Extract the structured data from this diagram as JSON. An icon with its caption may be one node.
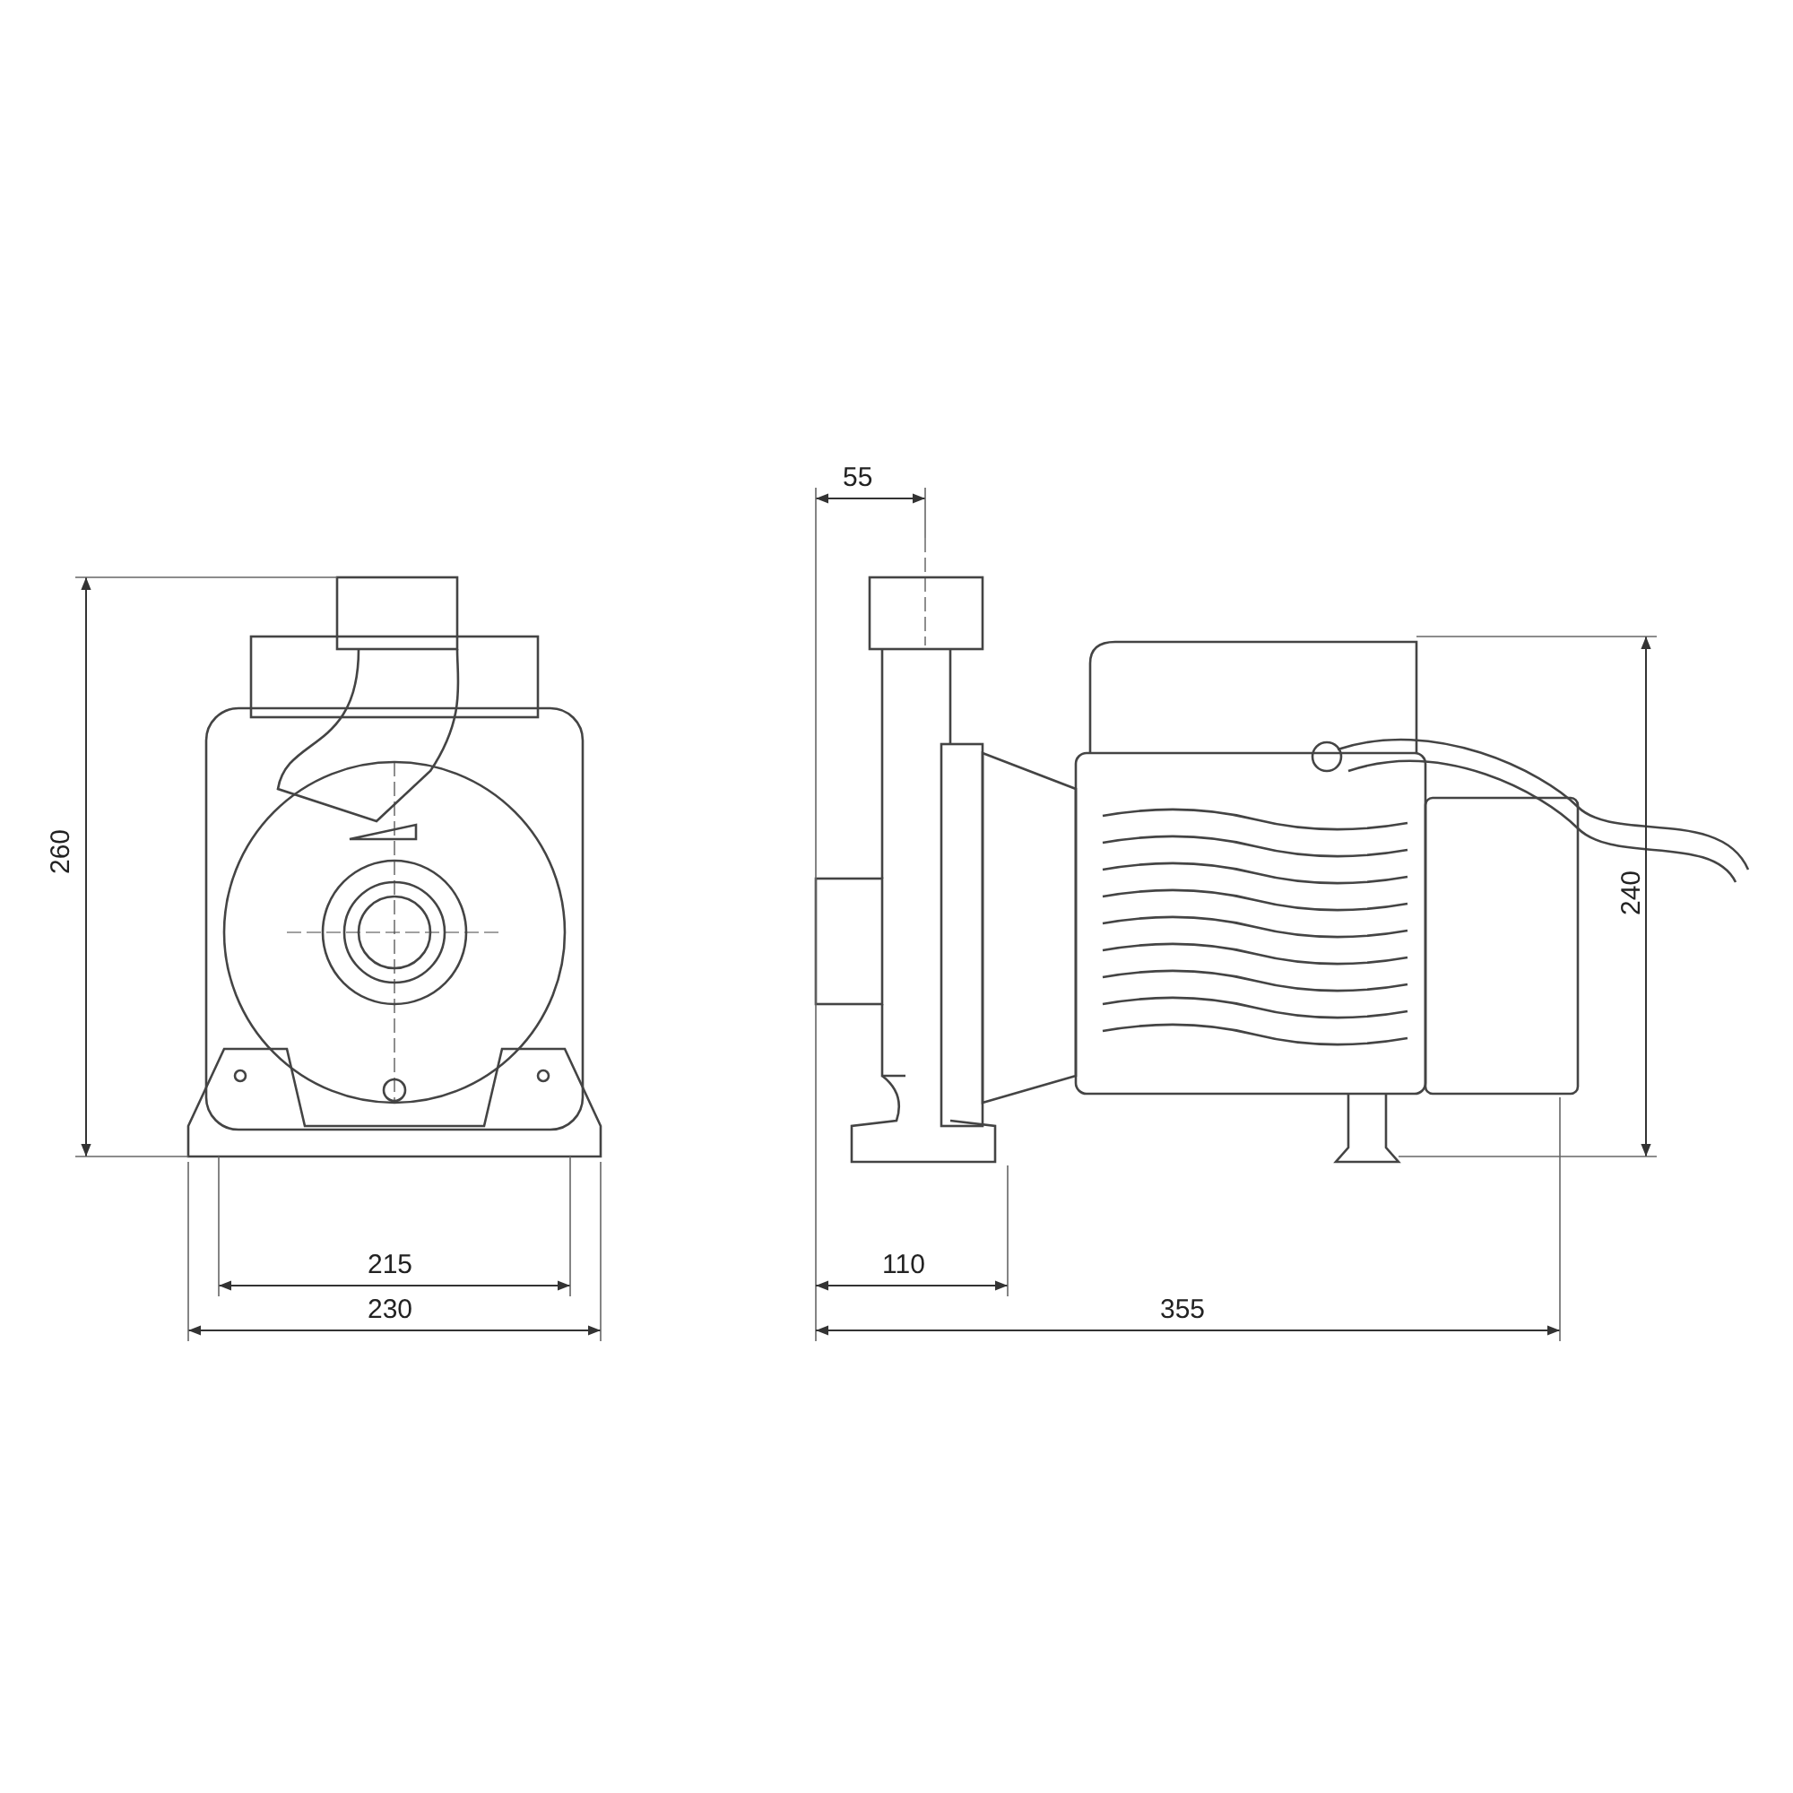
{
  "diagram": {
    "labels": [
      "55",
      "260",
      "240",
      "215",
      "110",
      "230",
      "355"
    ]
  }
}
